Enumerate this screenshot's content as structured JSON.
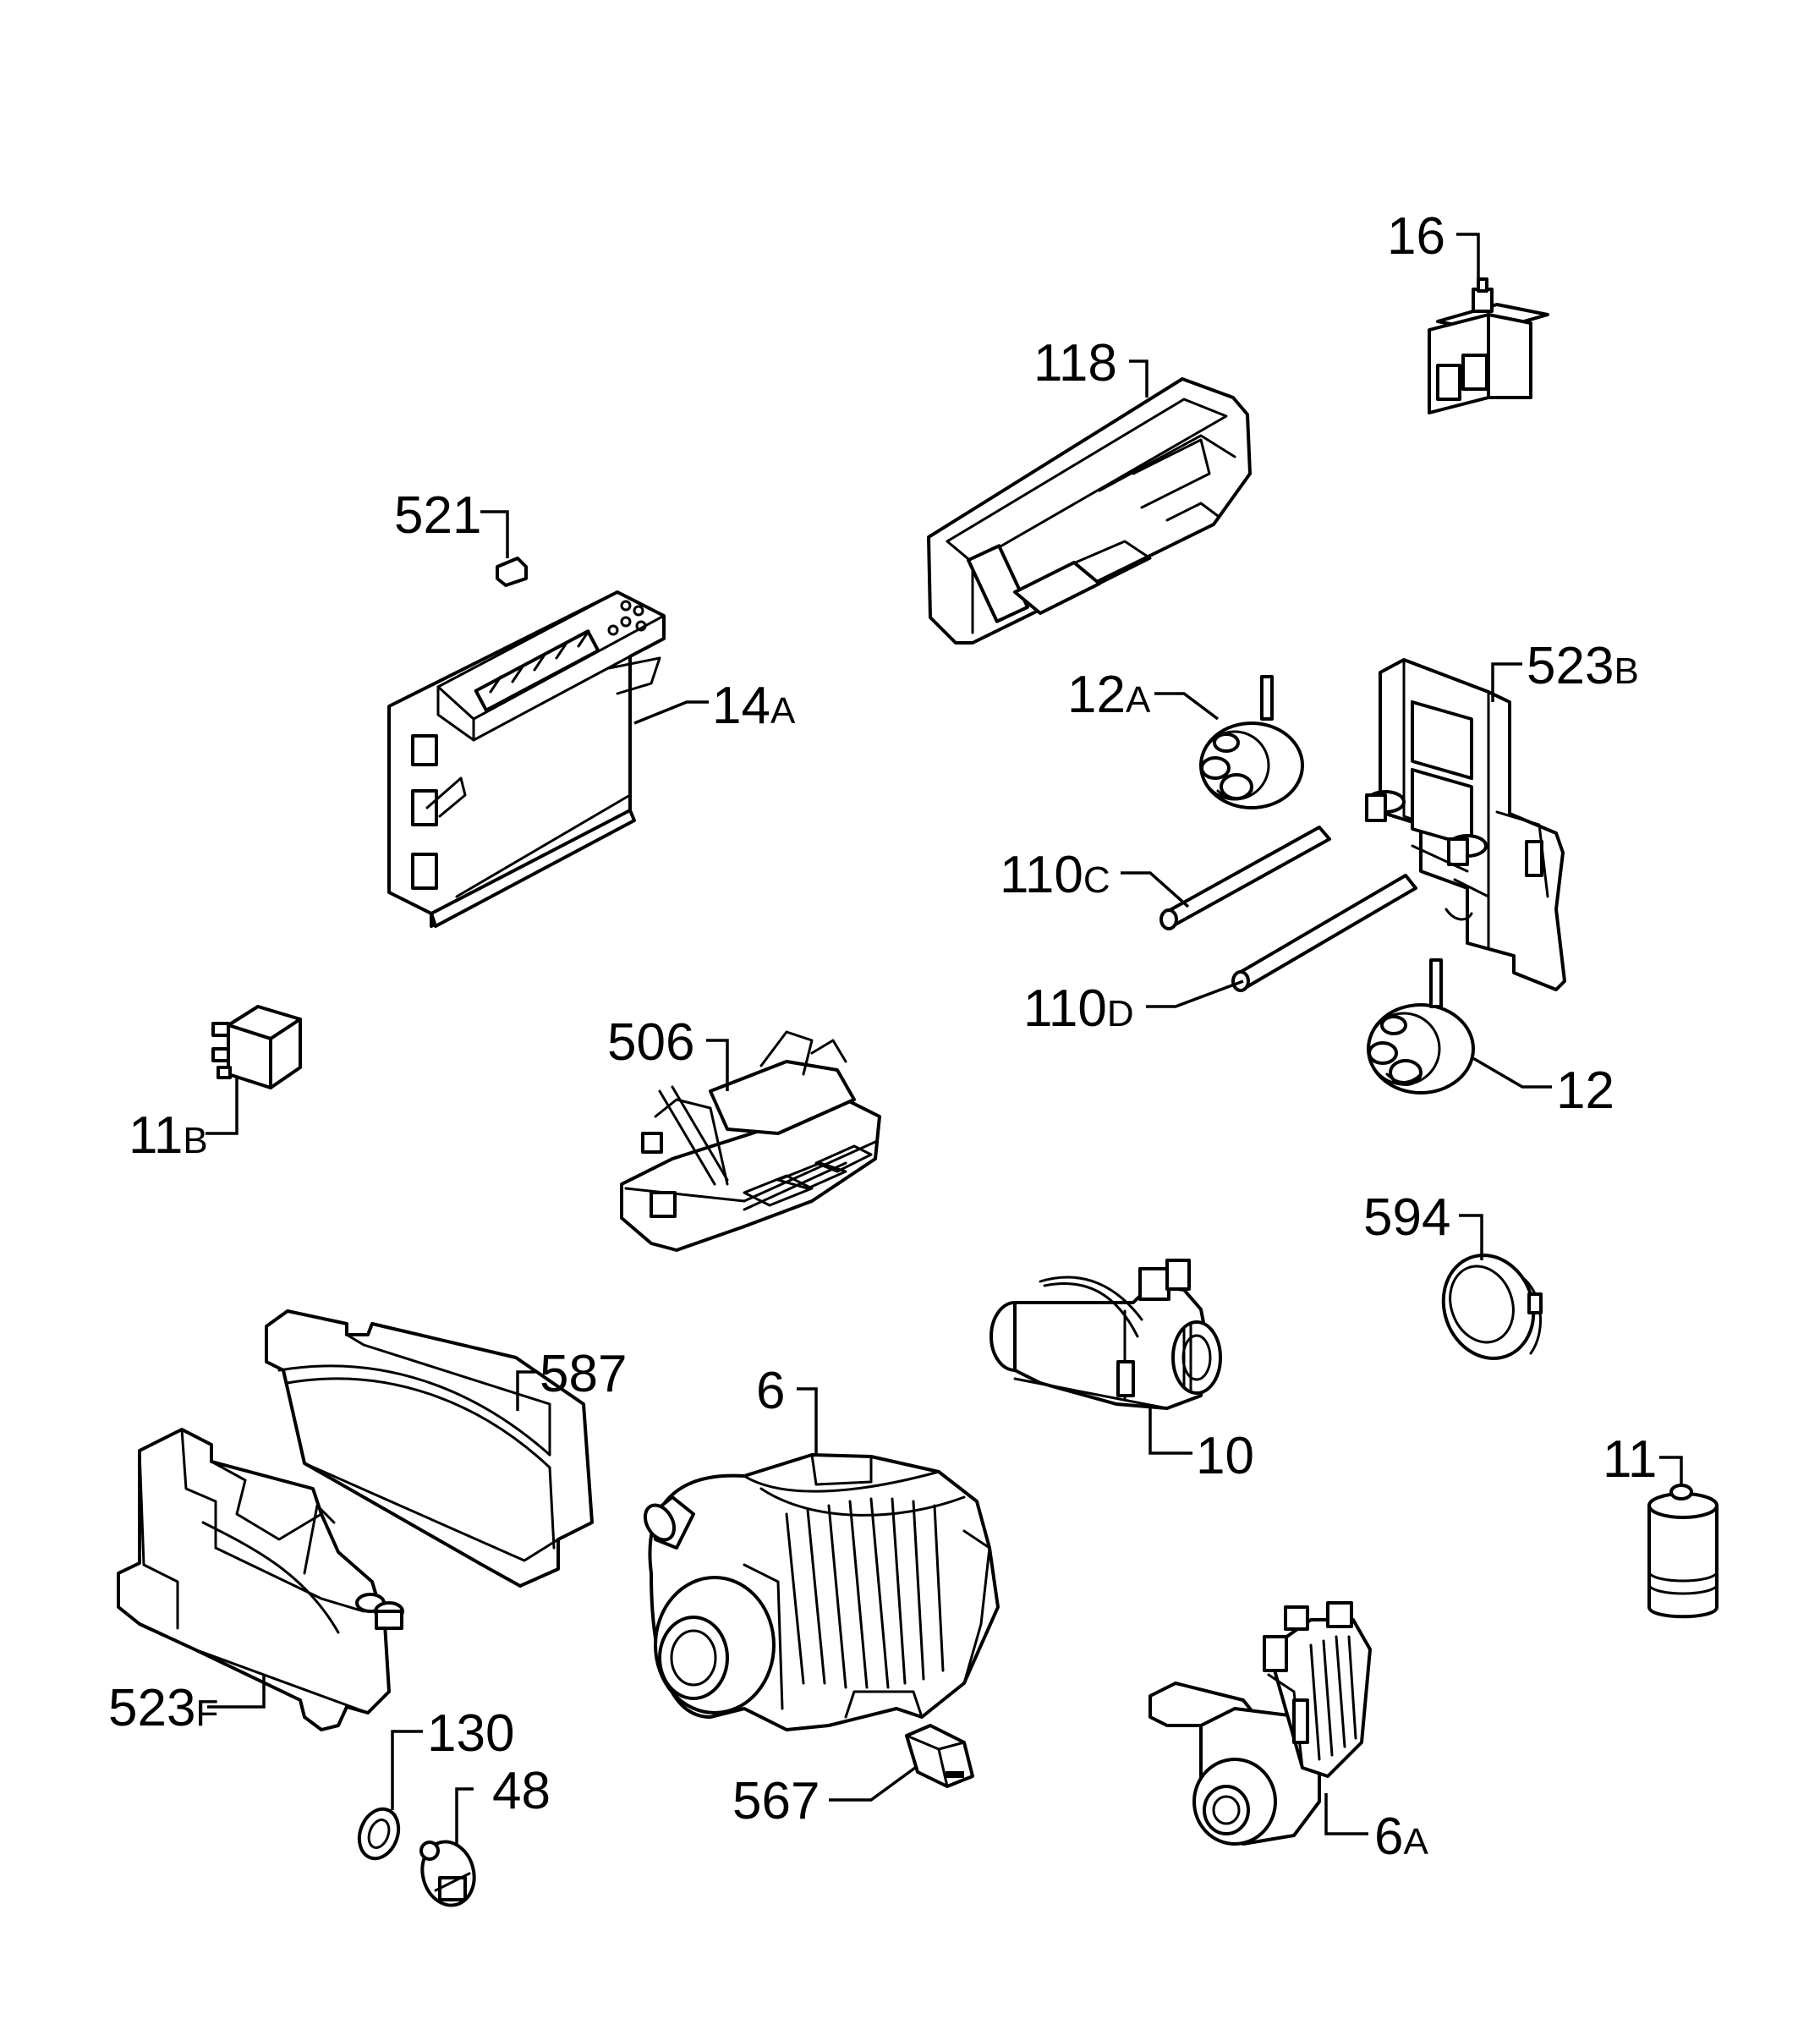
{
  "labels": {
    "p16": {
      "num": "16",
      "suffix": ""
    },
    "p118": {
      "num": "118",
      "suffix": ""
    },
    "p521": {
      "num": "521",
      "suffix": ""
    },
    "p14a": {
      "num": "14",
      "suffix": "A"
    },
    "p12a": {
      "num": "12",
      "suffix": "A"
    },
    "p523b": {
      "num": "523",
      "suffix": "B"
    },
    "p110c": {
      "num": "110",
      "suffix": "C"
    },
    "p110d": {
      "num": "110",
      "suffix": "D"
    },
    "p12": {
      "num": "12",
      "suffix": ""
    },
    "p11b": {
      "num": "11",
      "suffix": "B"
    },
    "p506": {
      "num": "506",
      "suffix": ""
    },
    "p594": {
      "num": "594",
      "suffix": ""
    },
    "p587": {
      "num": "587",
      "suffix": ""
    },
    "p6": {
      "num": "6",
      "suffix": ""
    },
    "p10": {
      "num": "10",
      "suffix": ""
    },
    "p11": {
      "num": "11",
      "suffix": ""
    },
    "p523f": {
      "num": "523",
      "suffix": "F"
    },
    "p130": {
      "num": "130",
      "suffix": ""
    },
    "p48": {
      "num": "48",
      "suffix": ""
    },
    "p567": {
      "num": "567",
      "suffix": ""
    },
    "p6a": {
      "num": "6",
      "suffix": "A"
    }
  }
}
